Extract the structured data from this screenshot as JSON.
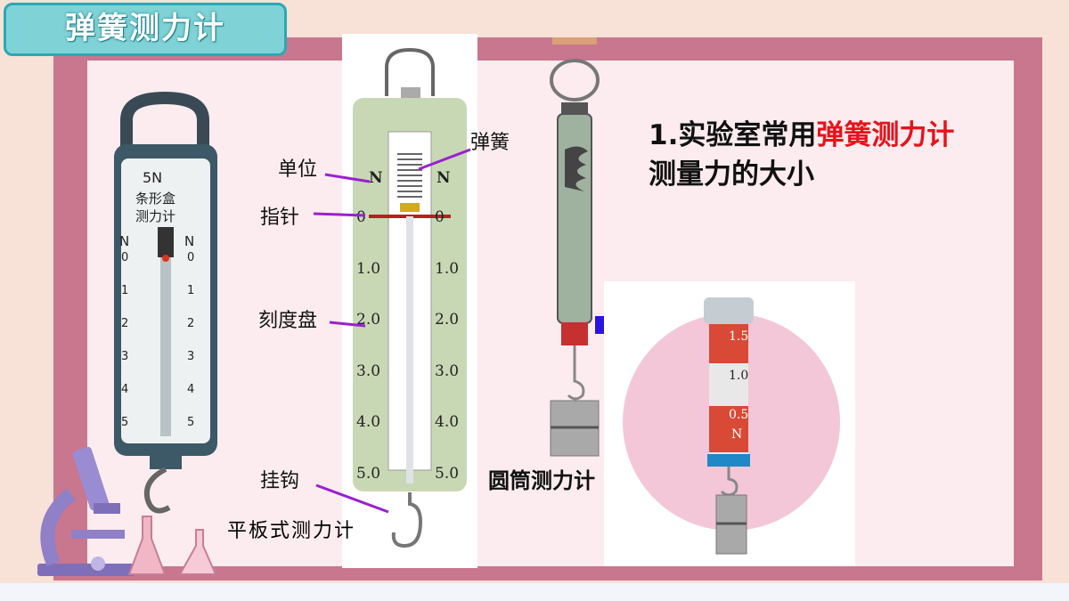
{
  "title": "弹簧测力计",
  "main_text": {
    "prefix": "1.实验室常用",
    "highlight": "弹簧测力计",
    "line2": "测量力的大小"
  },
  "strip_meter": {
    "capacity": "5N",
    "name_line1": "条形盒",
    "name_line2": "测力计",
    "unit_left": "N",
    "unit_right": "N",
    "ticks": [
      "0",
      "1",
      "2",
      "3",
      "4",
      "5"
    ]
  },
  "flat_meter": {
    "unit_left": "N",
    "unit_right": "N",
    "ticks": [
      "0",
      "1.0",
      "2.0",
      "3.0",
      "4.0",
      "5.0"
    ],
    "caption": "平板式测力计"
  },
  "labels": {
    "unit": "单位",
    "pointer": "指针",
    "dial": "刻度盘",
    "hook": "挂钩",
    "spring": "弹簧"
  },
  "cylinder_meter": {
    "caption": "圆筒测力计",
    "scale": [
      "1.5",
      "1.0",
      "0.5",
      "N"
    ]
  },
  "colors": {
    "frame": "#c9768f",
    "title_bg": "#7fd3d6",
    "highlight": "#e8121a",
    "pointer_line": "#9b1fd1",
    "arrow": "#2b14e0"
  }
}
